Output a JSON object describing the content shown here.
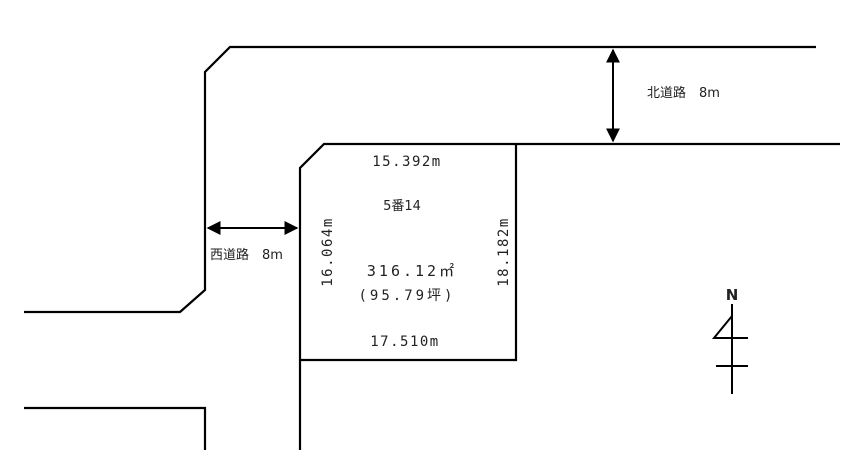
{
  "lot": {
    "number": "5番14",
    "top_edge": "15.392m",
    "bottom_edge": "17.510m",
    "left_edge": "16.064m",
    "right_edge": "18.182m",
    "area": "316.12㎡",
    "area_tsubo": "(95.79坪)"
  },
  "roads": {
    "north": "北道路　8m",
    "west": "西道路　8m"
  },
  "compass": {
    "label": "N"
  }
}
